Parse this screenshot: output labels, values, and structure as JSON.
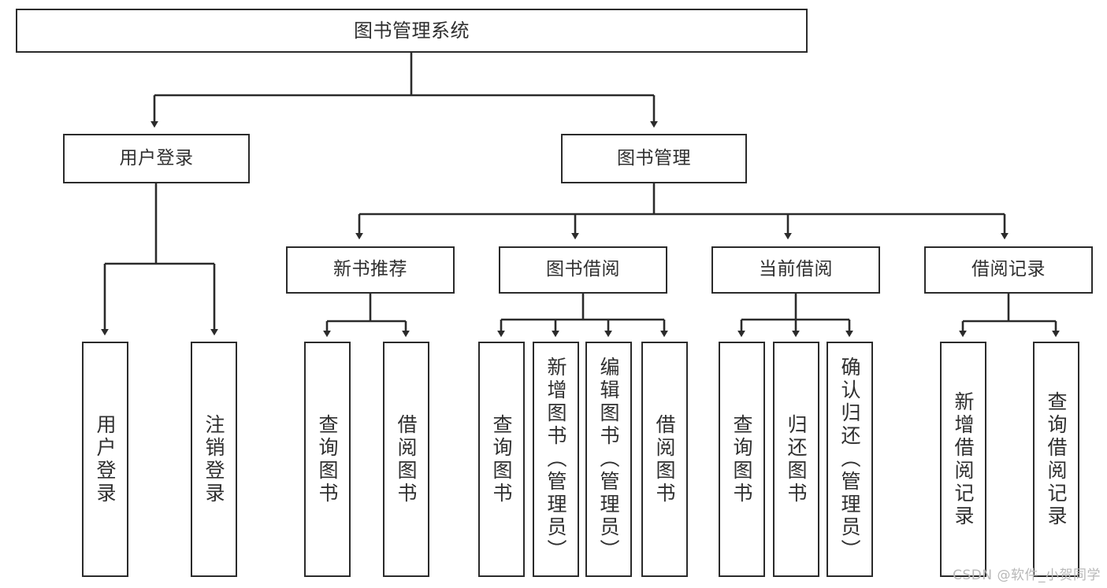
{
  "diagram": {
    "type": "tree-hierarchy",
    "title": "图书管理系统",
    "root": {
      "id": "root",
      "label": "图书管理系统"
    },
    "level2": [
      {
        "id": "user-login",
        "label": "用户登录"
      },
      {
        "id": "book-manage",
        "label": "图书管理"
      }
    ],
    "level3": [
      {
        "id": "new-book-recommend",
        "label": "新书推荐",
        "parent": "book-manage"
      },
      {
        "id": "book-borrow",
        "label": "图书借阅",
        "parent": "book-manage"
      },
      {
        "id": "current-borrow",
        "label": "当前借阅",
        "parent": "book-manage"
      },
      {
        "id": "borrow-record",
        "label": "借阅记录",
        "parent": "book-manage"
      }
    ],
    "leaves": [
      {
        "id": "leaf-user-login",
        "label": "用户登录",
        "parent": "user-login"
      },
      {
        "id": "leaf-logout",
        "label": "注销登录",
        "parent": "user-login"
      },
      {
        "id": "leaf-query-book-1",
        "label": "查询图书",
        "parent": "new-book-recommend"
      },
      {
        "id": "leaf-borrow-book-1",
        "label": "借阅图书",
        "parent": "new-book-recommend"
      },
      {
        "id": "leaf-query-book-2",
        "label": "查询图书",
        "parent": "book-borrow"
      },
      {
        "id": "leaf-add-book",
        "label": "新增图书（管理员）",
        "parent": "book-borrow"
      },
      {
        "id": "leaf-edit-book",
        "label": "编辑图书（管理员）",
        "parent": "book-borrow"
      },
      {
        "id": "leaf-borrow-book-2",
        "label": "借阅图书",
        "parent": "book-borrow"
      },
      {
        "id": "leaf-query-book-3",
        "label": "查询图书",
        "parent": "current-borrow"
      },
      {
        "id": "leaf-return-book",
        "label": "归还图书",
        "parent": "current-borrow"
      },
      {
        "id": "leaf-confirm-return",
        "label": "确认归还（管理员）",
        "parent": "current-borrow"
      },
      {
        "id": "leaf-add-record",
        "label": "新增借阅记录",
        "parent": "borrow-record"
      },
      {
        "id": "leaf-query-record",
        "label": "查询借阅记录",
        "parent": "borrow-record"
      }
    ],
    "colors": {
      "border": "#2b2b2b",
      "text": "#2f2f2f",
      "background": "#ffffff",
      "connector": "#2b2b2b",
      "watermark": "#b8b8b8"
    }
  },
  "watermark": {
    "text": "CSDN @软件_小贺同学"
  }
}
